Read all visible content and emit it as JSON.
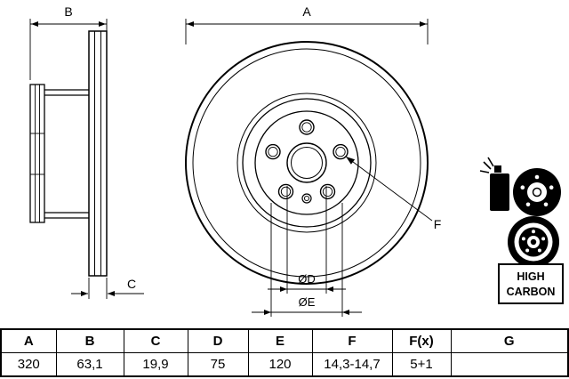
{
  "drawing": {
    "dim_labels": {
      "a": "A",
      "b": "B",
      "c": "C",
      "f": "F",
      "d": "ØD",
      "e": "ØE"
    },
    "badge": {
      "line1": "HIGH",
      "line2": "CARBON"
    },
    "icons": [
      "spray-can-coated-disc",
      "high-carbon-brake-disc"
    ]
  },
  "table": {
    "headers": [
      "A",
      "B",
      "C",
      "D",
      "E",
      "F",
      "F(x)",
      "G"
    ],
    "values": [
      "320",
      "63,1",
      "19,9",
      "75",
      "120",
      "14,3-14,7",
      "5+1",
      ""
    ]
  },
  "colors": {
    "ink": "#000000",
    "paper": "#ffffff"
  }
}
